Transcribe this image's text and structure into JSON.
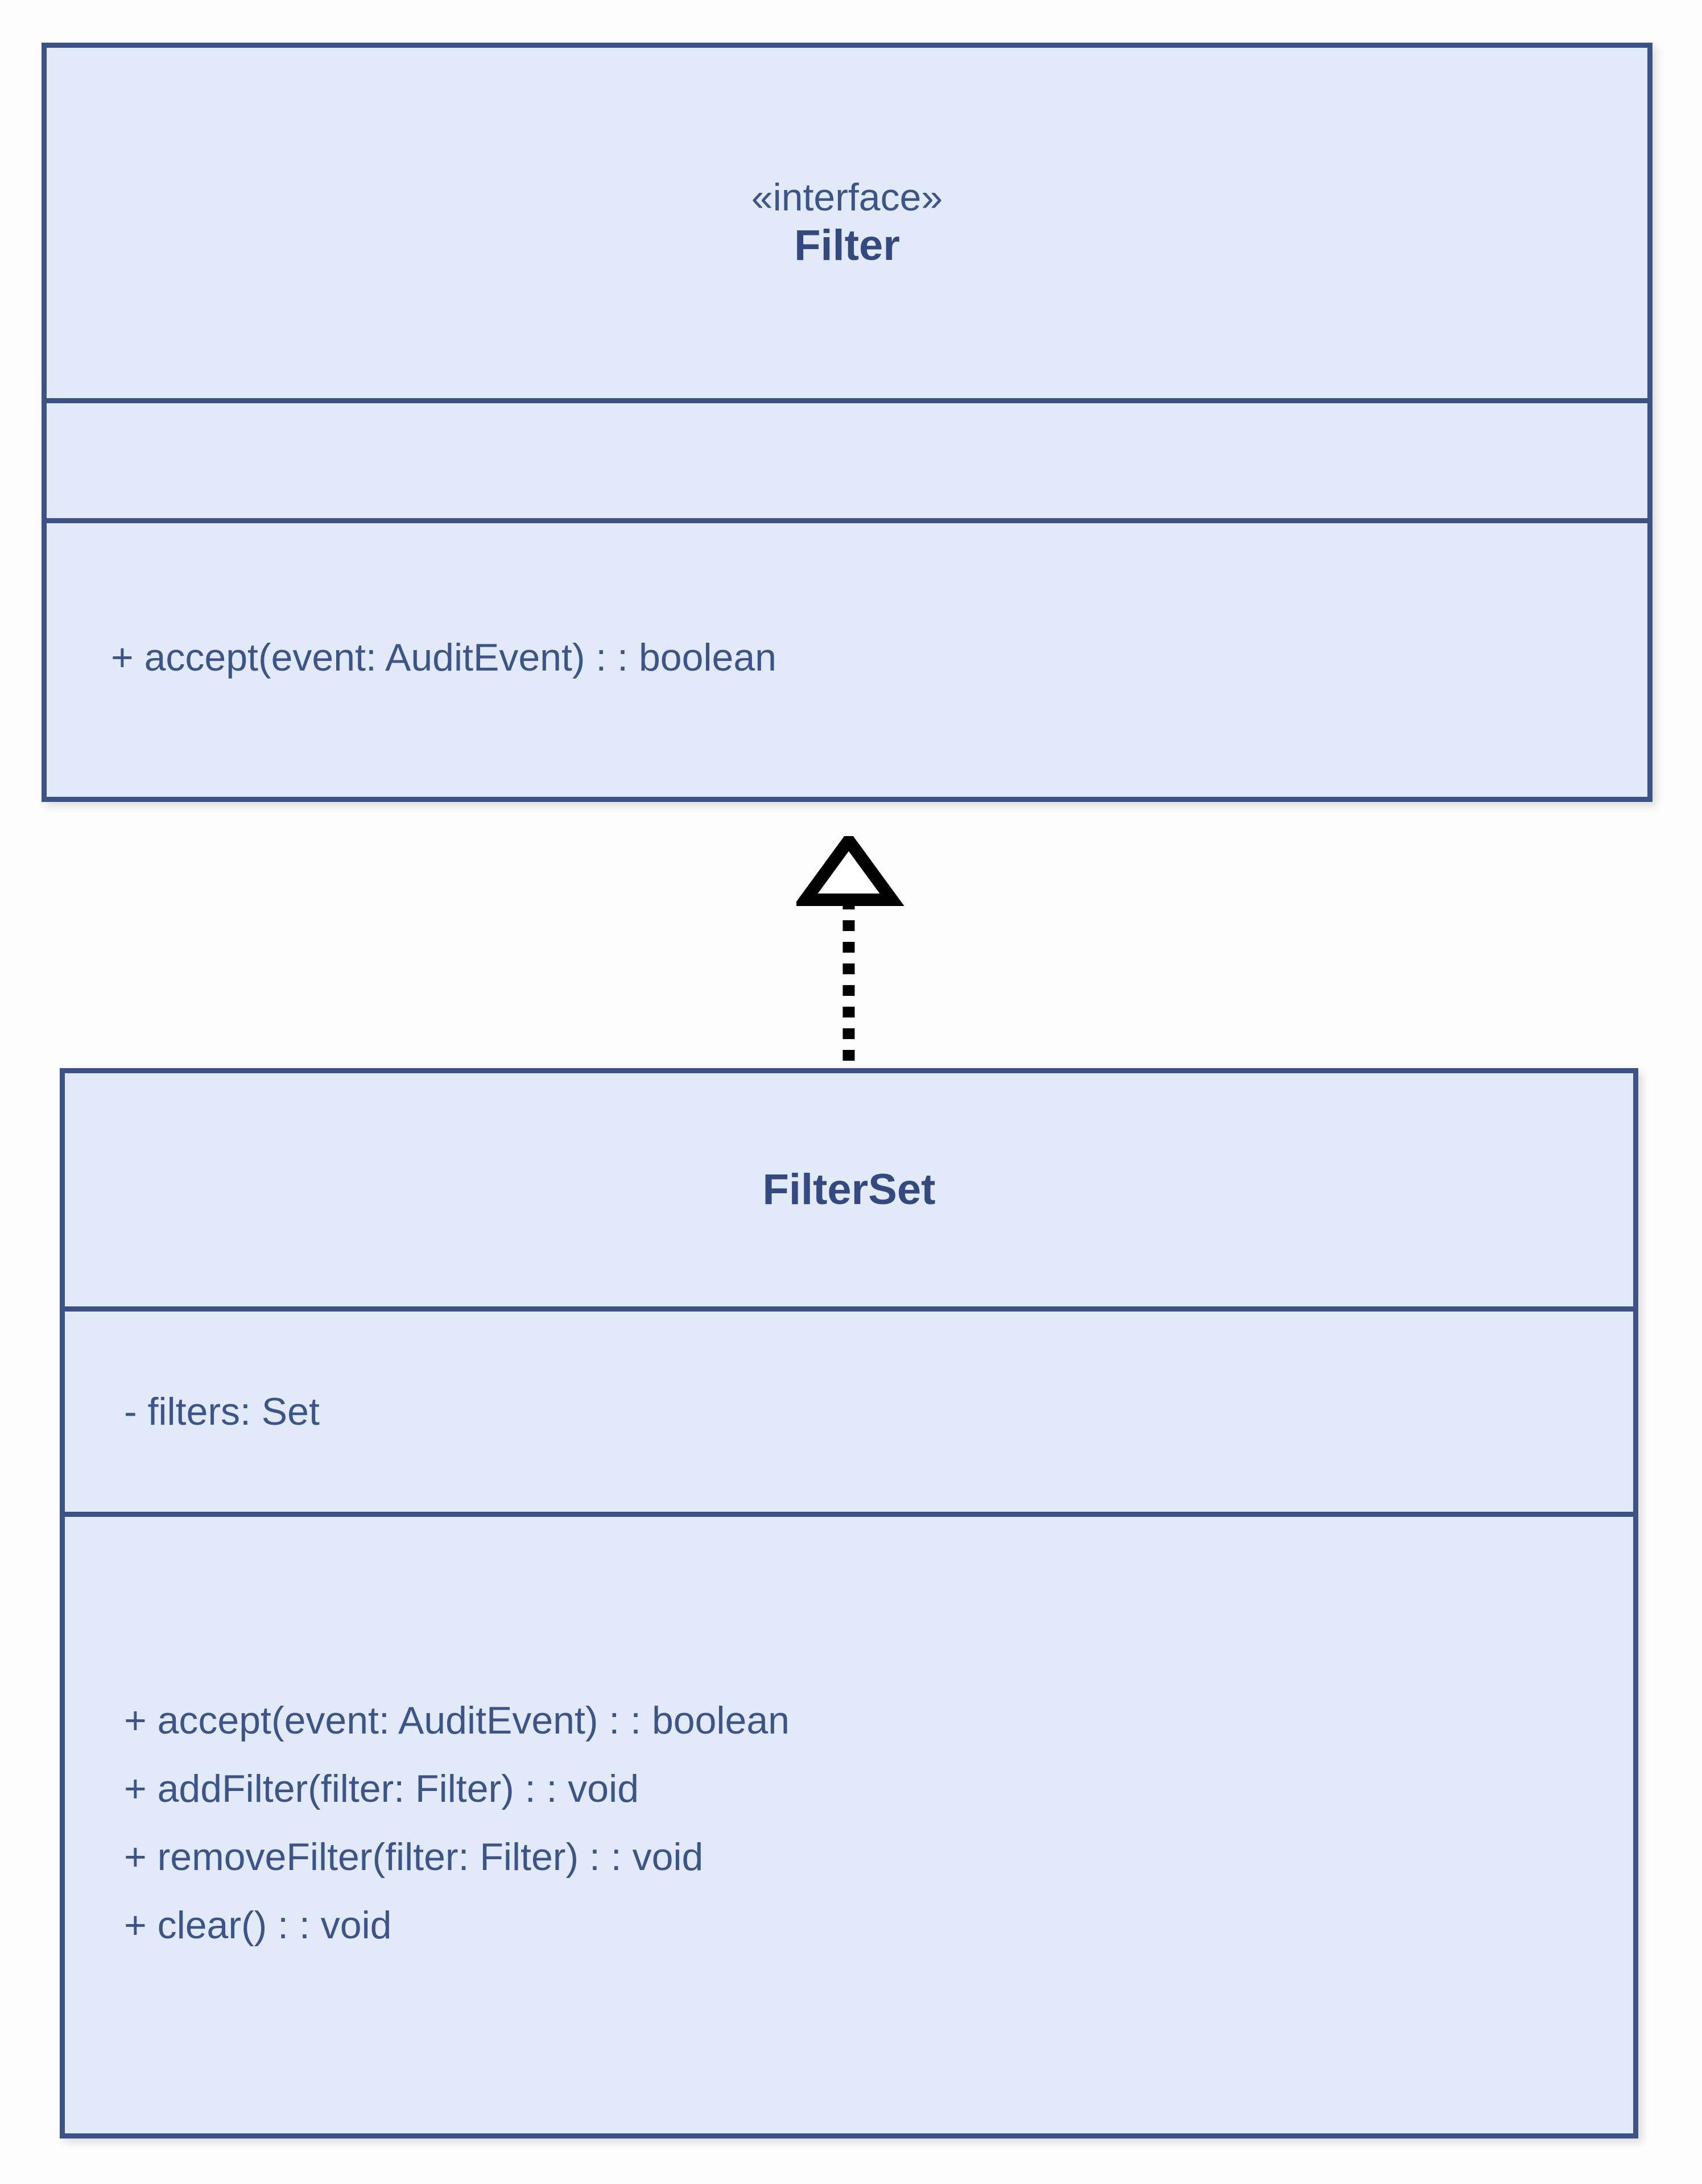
{
  "diagram": {
    "type": "uml-class-diagram",
    "background_color": "#fdfdfd",
    "class_fill_color": "#e2eafa",
    "class_border_color": "#3c5287",
    "text_color": "#3c5488",
    "connector_color": "#000000"
  },
  "classes": [
    {
      "id": "filter",
      "stereotype": "«interface»",
      "name": "Filter",
      "attributes": [],
      "methods": [
        "+ accept(event: AuditEvent) : : boolean"
      ]
    },
    {
      "id": "filterset",
      "stereotype": "",
      "name": "FilterSet",
      "attributes": [
        "- filters: Set"
      ],
      "methods": [
        "+ accept(event: AuditEvent) : : boolean",
        "+ addFilter(filter: Filter) : : void",
        "+ removeFilter(filter: Filter) : : void",
        "+ clear() : : void"
      ]
    }
  ],
  "relationships": [
    {
      "kind": "realization",
      "label": "",
      "source": "FilterSet",
      "target": "Filter",
      "line_style": "dotted",
      "arrow_head": "hollow-triangle"
    }
  ]
}
